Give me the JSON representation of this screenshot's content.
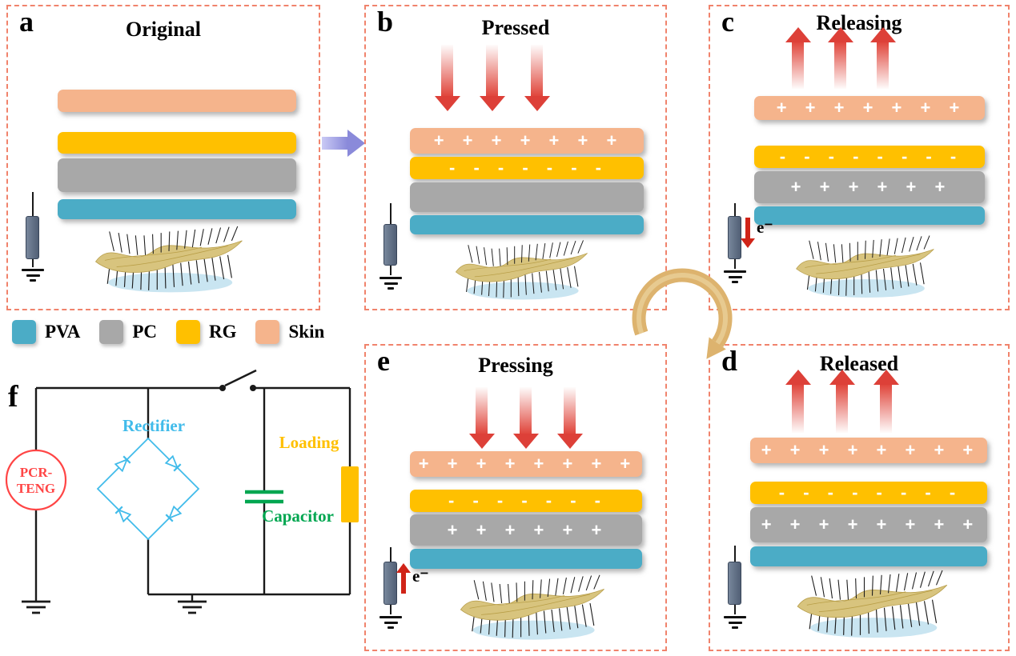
{
  "legend": {
    "items": [
      {
        "label": "PVA",
        "color": "#4BACC6"
      },
      {
        "label": "PC",
        "color": "#A8A8A8"
      },
      {
        "label": "RG",
        "color": "#FFC000"
      },
      {
        "label": "Skin",
        "color": "#F5B48C"
      }
    ]
  },
  "panels": {
    "a": {
      "label": "a",
      "title": "Original"
    },
    "b": {
      "label": "b",
      "title": "Pressed",
      "charges": {
        "skin": "+ + + + + + +",
        "rg": "- - - - - - -"
      }
    },
    "c": {
      "label": "c",
      "title": "Releasing",
      "charges": {
        "skin": "+ + + + + + +",
        "rg": "- - - - - - - -",
        "pc": "+ + + + + +"
      },
      "electron_label": "e⁻"
    },
    "d": {
      "label": "d",
      "title": "Released",
      "charges": {
        "skin": "+ + + + + + + +",
        "rg": "- - - - - - - -",
        "pc": "+ + + + + + + +"
      }
    },
    "e": {
      "label": "e",
      "title": "Pressing",
      "charges": {
        "skin": "+ + + + + + + +",
        "rg": "- - - - - - -",
        "pc": "+ + + + + +"
      },
      "electron_label": "e⁻"
    },
    "f": {
      "label": "f",
      "source_label_line1": "PCR-",
      "source_label_line2": "TENG",
      "rectifier_label": "Rectifier",
      "capacitor_label": "Capacitor",
      "loading_label": "Loading"
    }
  },
  "colors": {
    "pva": "#4BACC6",
    "pc": "#A8A8A8",
    "rg": "#FFC000",
    "skin": "#F5B48C",
    "panel_border": "#F0836C",
    "resistor": "#5A6A82",
    "press_arrow": "#E0463C",
    "electron_arrow": "#D02418",
    "cycle_arrow": "#DDB36E",
    "transition_arrow": "#8A8ADA",
    "teng_red": "#FF4545",
    "rectifier_blue": "#41BBEA",
    "capacitor_green": "#00A650",
    "loading_yellow": "#FFC000",
    "wire_black": "#1A1A1A"
  }
}
